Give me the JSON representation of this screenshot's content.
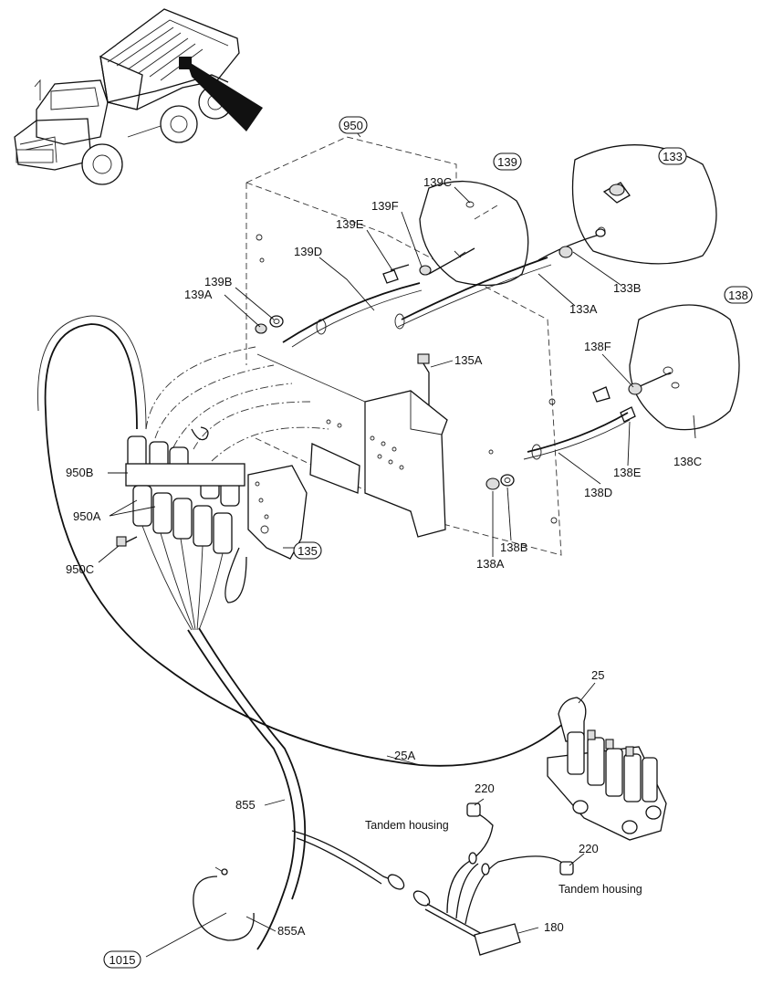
{
  "diagram": {
    "callouts_circled": {
      "c950": "950",
      "c139": "139",
      "c133": "133",
      "c138": "138",
      "c135": "135",
      "c1015": "1015"
    },
    "labels": {
      "l139C": "139C",
      "l139F": "139F",
      "l139E": "139E",
      "l139D": "139D",
      "l139B": "139B",
      "l139A": "139A",
      "l133B": "133B",
      "l133A": "133A",
      "l135A": "135A",
      "l138F": "138F",
      "l138C": "138C",
      "l138E": "138E",
      "l138D": "138D",
      "l138B": "138B",
      "l138A": "138A",
      "l950B": "950B",
      "l950A": "950A",
      "l950C": "950C",
      "l25": "25",
      "l25A": "25A",
      "l855": "855",
      "l855A": "855A",
      "l220a": "220",
      "l220b": "220",
      "l180": "180",
      "tandem1": "Tandem housing",
      "tandem2": "Tandem housing"
    }
  }
}
